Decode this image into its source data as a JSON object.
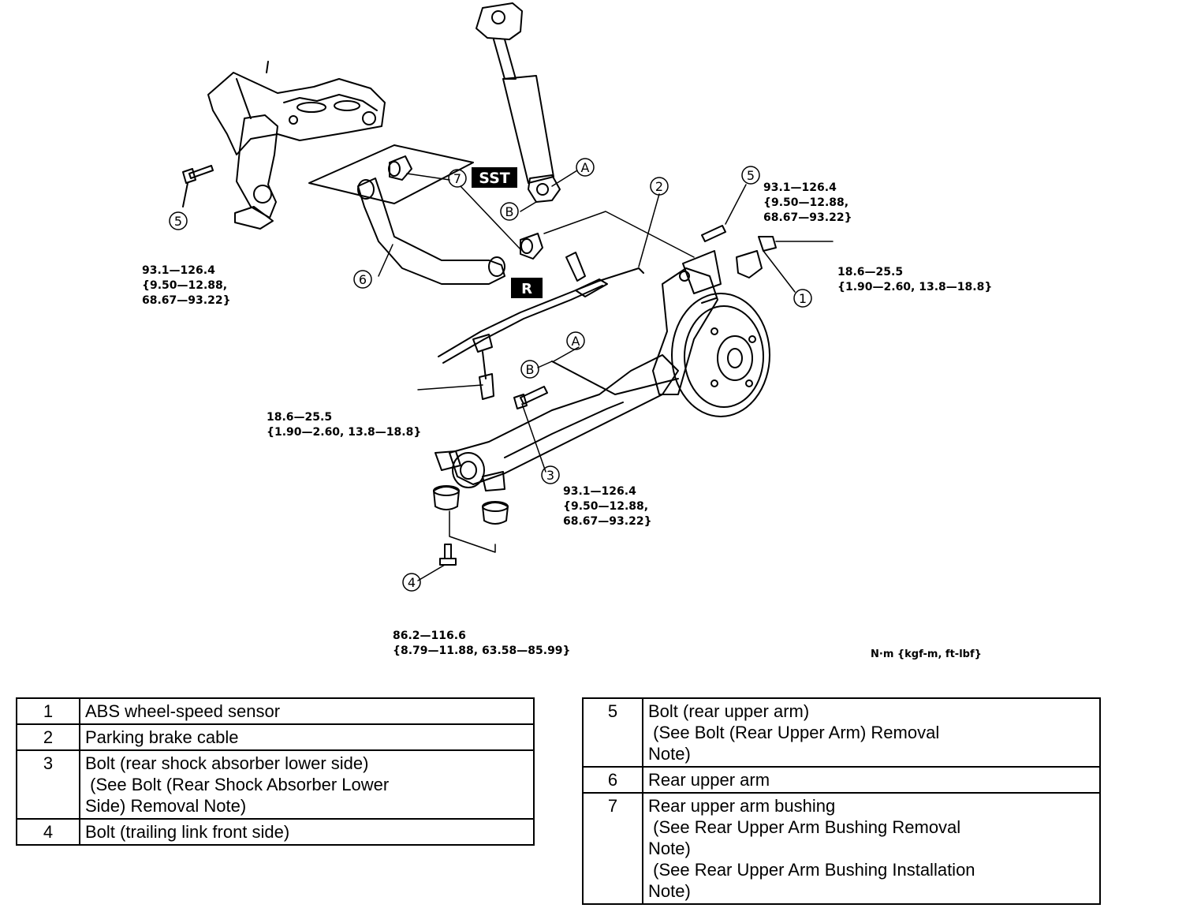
{
  "callouts": [
    {
      "num": "1"
    },
    {
      "num": "2"
    },
    {
      "num": "3"
    },
    {
      "num": "4"
    },
    {
      "num": "5"
    },
    {
      "num": "5"
    },
    {
      "num": "6"
    },
    {
      "num": "7"
    },
    {
      "num": "A"
    },
    {
      "num": "A"
    },
    {
      "num": "B"
    },
    {
      "num": "B"
    }
  ],
  "tags": {
    "sst": "SST",
    "r": "R"
  },
  "torque": {
    "t1": [
      "93.1—126.4",
      "{9.50—12.88,",
      "68.67—93.22}"
    ],
    "t2": [
      "93.1—126.4",
      "{9.50—12.88,",
      "68.67—93.22}"
    ],
    "t3": [
      "18.6—25.5",
      "{1.90—2.60, 13.8—18.8}"
    ],
    "t4": [
      "18.6—25.5",
      "{1.90—2.60, 13.8—18.8}"
    ],
    "t5": [
      "93.1—126.4",
      "{9.50—12.88,",
      "68.67—93.22}"
    ],
    "t6": [
      "86.2—116.6",
      "{8.79—11.88, 63.58—85.99}"
    ]
  },
  "units": "N·m {kgf-m, ft-lbf}",
  "legend_left": [
    {
      "num": "1",
      "lines": [
        "ABS wheel-speed sensor"
      ]
    },
    {
      "num": "2",
      "lines": [
        "Parking brake cable"
      ]
    },
    {
      "num": "3",
      "lines": [
        "Bolt (rear shock absorber lower side)",
        " (See Bolt (Rear Shock Absorber Lower",
        "Side) Removal Note)"
      ]
    },
    {
      "num": "4",
      "lines": [
        "Bolt (trailing link front side)"
      ]
    }
  ],
  "legend_right": [
    {
      "num": "5",
      "lines": [
        "Bolt (rear upper arm)",
        " (See Bolt (Rear Upper Arm) Removal",
        "Note)"
      ]
    },
    {
      "num": "6",
      "lines": [
        "Rear upper arm"
      ]
    },
    {
      "num": "7",
      "lines": [
        "Rear upper arm bushing",
        " (See Rear Upper Arm Bushing Removal",
        "Note)",
        " (See Rear Upper Arm Bushing Installation",
        "Note)"
      ]
    }
  ]
}
